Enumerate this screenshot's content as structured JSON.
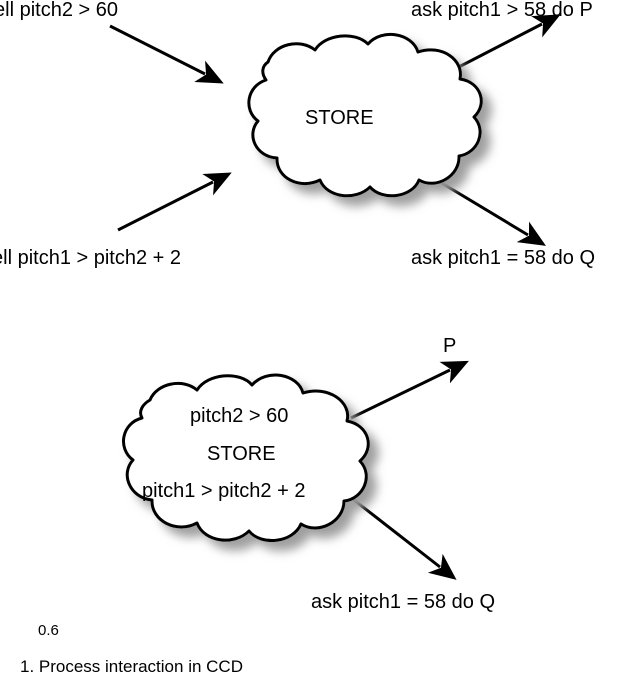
{
  "figure": {
    "caption": "1. Process interaction in CCD",
    "page_number": "0.6"
  },
  "top_diagram": {
    "cloud_label": "STORE",
    "inputs": [
      {
        "text": "ell pitch2 > 60"
      },
      {
        "text": "ell pitch1  > pitch2 + 2"
      }
    ],
    "outputs": [
      {
        "text": "ask pitch1 > 58 do P"
      },
      {
        "text": "ask pitch1 = 58 do Q"
      }
    ]
  },
  "bottom_diagram": {
    "cloud_lines": [
      "pitch2 > 60",
      "STORE",
      "pitch1  > pitch2 + 2"
    ],
    "outputs": [
      {
        "text": "P"
      },
      {
        "text": "ask pitch1 = 58 do Q"
      }
    ]
  },
  "colors": {
    "stroke": "#000000",
    "fill": "#ffffff",
    "shadow": "#a8a8a8",
    "background": "#ffffff"
  }
}
